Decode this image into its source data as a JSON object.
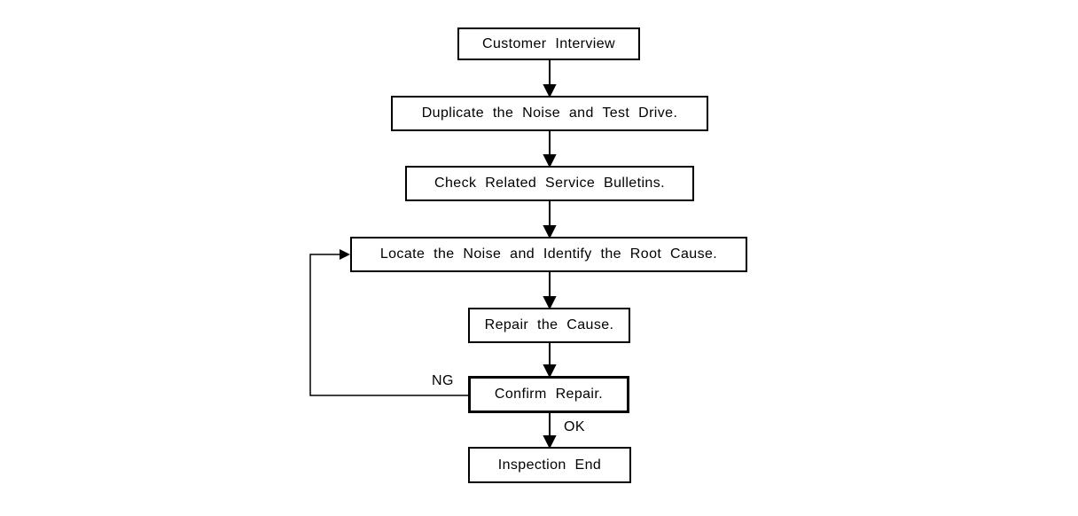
{
  "diagram": {
    "nodes": [
      {
        "id": "customer-interview",
        "label": "Customer Interview"
      },
      {
        "id": "duplicate-noise-test-drive",
        "label": "Duplicate the Noise and Test Drive."
      },
      {
        "id": "check-service-bulletins",
        "label": "Check Related Service Bulletins."
      },
      {
        "id": "locate-noise-root-cause",
        "label": "Locate the Noise and Identify the Root Cause."
      },
      {
        "id": "repair-the-cause",
        "label": "Repair the Cause."
      },
      {
        "id": "confirm-repair",
        "label": "Confirm Repair."
      },
      {
        "id": "inspection-end",
        "label": "Inspection End"
      }
    ],
    "edge_labels": {
      "ng": "NG",
      "ok": "OK"
    },
    "colors": {
      "line": "#000000",
      "box_border": "#000000",
      "box_background": "#ffffff",
      "page_background": "#ffffff",
      "text": "#000000"
    }
  }
}
